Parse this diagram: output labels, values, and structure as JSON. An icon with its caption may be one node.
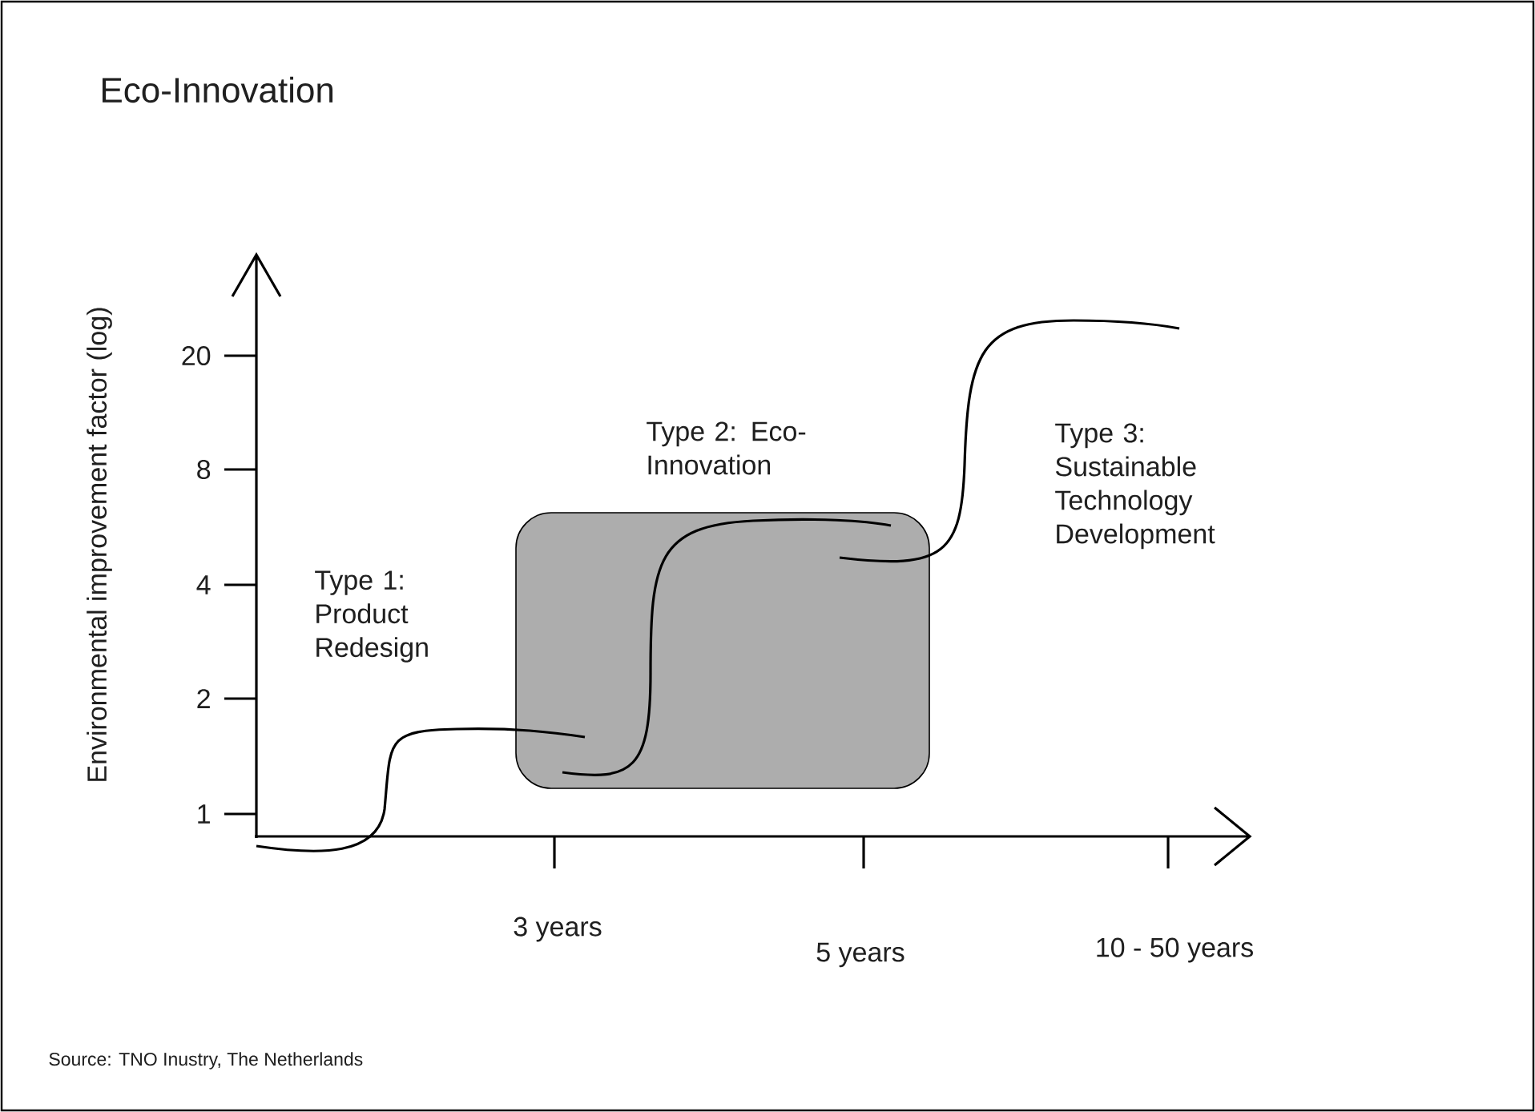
{
  "diagram": {
    "title": "Eco-Innovation",
    "caption": "Source: TNO Inustry, The Netherlands",
    "nodes": [
      {
        "text": [
          "Type 2: Eco-Innovation"
        ]
      }
    ],
    "labels": [
      "Environmental improvement factor (log)",
      "20",
      "8",
      "4",
      "2",
      "1",
      "Type 1: Product Redesign",
      "Type 3: Sustainable Technology Development",
      "3 years",
      "5 years",
      "10 - 50 years"
    ]
  }
}
